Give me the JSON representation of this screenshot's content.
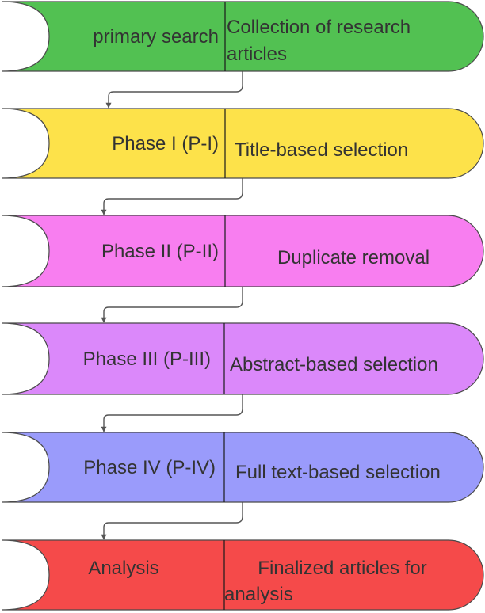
{
  "stages": [
    {
      "phase": "primary search",
      "description": [
        "Collection of research",
        "articles"
      ],
      "color": "#52c152"
    },
    {
      "phase": "Phase I (P-I)",
      "description": [
        "Title-based selection"
      ],
      "color": "#fde24a"
    },
    {
      "phase": "Phase II (P-II)",
      "description": [
        "Duplicate removal"
      ],
      "color": "#f87ef0"
    },
    {
      "phase": "Phase III (P-III)",
      "description": [
        "Abstract-based selection"
      ],
      "color": "#db88fa"
    },
    {
      "phase": "Phase IV (P-IV)",
      "description": [
        "Full text-based selection"
      ],
      "color": "#9a9bfb"
    },
    {
      "phase": "Analysis",
      "description": [
        "Finalized articles for",
        "analysis"
      ],
      "color": "#f54a4a"
    }
  ]
}
